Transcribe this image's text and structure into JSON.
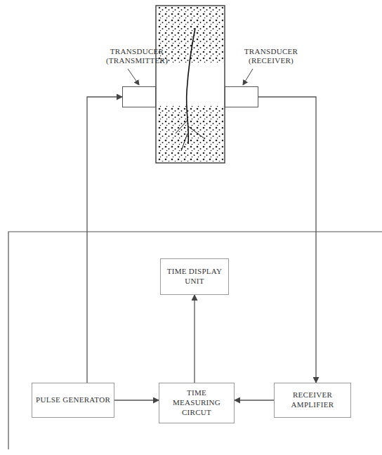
{
  "diagram": {
    "nodes": [
      {
        "text": [
          "TRANSDUCER (TRANSMITTER)"
        ]
      },
      {
        "text": [
          "TRANSDUCER (RECEIVER)"
        ]
      },
      {
        "text": [
          "TIME DISPLAY UNIT"
        ]
      },
      {
        "text": [
          "PULSE GENERATOR"
        ]
      },
      {
        "text": [
          "TIME MEASURING CIRCUT"
        ]
      },
      {
        "text": [
          "RECEIVER AMPLIFIER"
        ]
      }
    ],
    "edges": [
      {
        "from": 3,
        "to": 0,
        "arrow": "to"
      },
      {
        "from": 1,
        "to": 5,
        "arrow": "to"
      },
      {
        "from": 3,
        "to": 4,
        "arrow": "to"
      },
      {
        "from": 5,
        "to": 4,
        "arrow": "to"
      },
      {
        "from": 4,
        "to": 2,
        "arrow": "to"
      }
    ]
  }
}
